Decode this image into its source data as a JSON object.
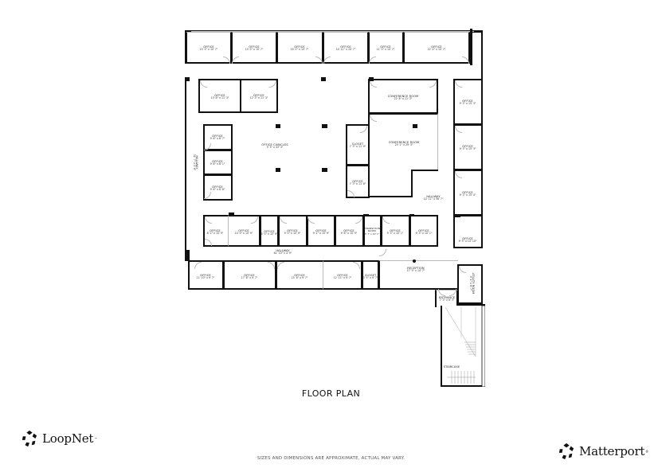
{
  "title": "FLOOR PLAN",
  "disclaimer": "SIZES AND DIMENSIONS ARE APPROXIMATE, ACTUAL MAY VARY.",
  "brands": {
    "left": {
      "name": "LoopNet",
      "tm": "™",
      "icon": "loopnet-logo-icon"
    },
    "right": {
      "name": "Matterport",
      "tm": "®",
      "icon": "matterport-logo-icon"
    }
  },
  "rooms": {
    "top_row": [
      {
        "name": "OFFICE",
        "dims": "15' 5\" x 10' 7\""
      },
      {
        "name": "OFFICE",
        "dims": "15' 5\" x 10' 7\""
      },
      {
        "name": "OFFICE",
        "dims": "15' 5\" x 10' 7\""
      },
      {
        "name": "OFFICE",
        "dims": "14' 11\" x 10' 7\""
      },
      {
        "name": "OFFICE",
        "dims": "11' 5\" x 10' 7\""
      },
      {
        "name": "OFFICE",
        "dims": "22' 4\" x 10' 7\""
      }
    ],
    "upper_left_pair": [
      {
        "name": "OFFICE",
        "dims": "13' 8\" x 11' 3\""
      },
      {
        "name": "OFFICE",
        "dims": "12' 3\" x 11' 3\""
      }
    ],
    "left_stack": [
      {
        "name": "OFFICE",
        "dims": "9' 8\" x 8' 7\""
      },
      {
        "name": "OFFICE",
        "dims": "9' 8\" x 8' 1\""
      },
      {
        "name": "OFFICE",
        "dims": "9' 8\" x 8' 8\""
      }
    ],
    "hallway_left": {
      "name": "HALLWAY",
      "dims": "31' 7\" x 5' 6\""
    },
    "office_cubicles": {
      "name": "OFFICE CUBICLES",
      "dims": "5' 3\" x 43' 3\""
    },
    "conference_room_1": {
      "name": "CONFERENCE ROOM",
      "dims": "22' 8\" x 11' 3\""
    },
    "conference_room_2": {
      "name": "CONFERENCE ROOM",
      "dims": "25' 1\" x 29' 3\""
    },
    "closet_mid": {
      "name": "CLOSET",
      "dims": "7' 3\" x 11' 9\""
    },
    "office_mid": {
      "name": "OFFICE",
      "dims": "7' 3\" x 11' 8\""
    },
    "hallway_right": {
      "name": "HALLWAY",
      "dims": "10' 11\" x 56' 7\""
    },
    "right_stack": [
      {
        "name": "OFFICE",
        "dims": "9' 3\" x 15' 3\""
      },
      {
        "name": "OFFICE",
        "dims": "9' 3\" x 15' 3\""
      },
      {
        "name": "OFFICE",
        "dims": "9' 3\" x 15' 4\""
      },
      {
        "name": "OFFICE",
        "dims": "9' 3\" x 14' 10\""
      }
    ],
    "middle_row": [
      {
        "name": "OFFICE",
        "dims": "8' 2\" x 10' 9\""
      },
      {
        "name": "OFFICE",
        "dims": "10' 9\" x 10' 9\""
      },
      {
        "name": "OFFICE",
        "dims": "5' 5\" x 10' 9\""
      },
      {
        "name": "OFFICE",
        "dims": "9' 5\" x 10' 9\""
      },
      {
        "name": "OFFICE",
        "dims": "9' 2\" x 10' 9\""
      },
      {
        "name": "OFFICE",
        "dims": "9' 6\" x 10' 9\""
      },
      {
        "name": "TRANSITION ROOM",
        "dims": "5' 7\" x 10' 1\""
      },
      {
        "name": "OFFICE",
        "dims": "9' 3\" x 10' 1\""
      },
      {
        "name": "OFFICE",
        "dims": "9' 3\" x 10' 1\""
      }
    ],
    "hallway_center": {
      "name": "HALLWAY",
      "dims": "61' 10\" x 4' 9\""
    },
    "bottom_row": [
      {
        "name": "OFFICE",
        "dims": "11' 10\" x 9' 7\""
      },
      {
        "name": "OFFICE",
        "dims": "17' 8\" x 9' 7\""
      },
      {
        "name": "OFFICE",
        "dims": "15' 8\" x 9' 7\""
      },
      {
        "name": "OFFICE",
        "dims": "12' 11\" x 9' 7\""
      },
      {
        "name": "CLOSET",
        "dims": "3' 5\" x 9' 7\""
      }
    ],
    "reception": {
      "name": "RECEPTION",
      "dims": "17' 5\" x 14' 7\""
    },
    "utility_room": {
      "name": "UTILITY ROOM",
      "dims": "9' 4\" x 6' 7\""
    },
    "entrance": {
      "name": "ENTRANCE",
      "dims": "7' 3\" x 6' 3\""
    },
    "staircase": {
      "name": "STAIRCASE",
      "dims": ""
    }
  }
}
